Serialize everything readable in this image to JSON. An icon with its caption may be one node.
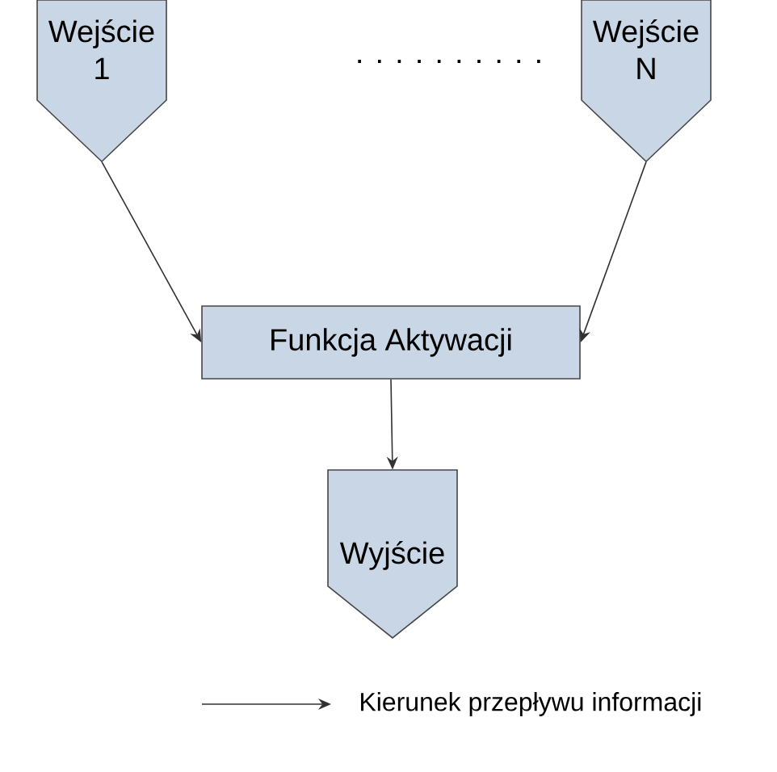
{
  "diagram": {
    "nodes": [
      {
        "text": [
          "Wejście 1"
        ]
      },
      {
        "text": [
          "Wejście N"
        ]
      },
      {
        "text": [
          "Funkcja Aktywacji"
        ]
      },
      {
        "text": [
          "Wyjście"
        ]
      }
    ],
    "edges": [
      {
        "from": 0,
        "to": 2,
        "arrow": "to"
      },
      {
        "from": 1,
        "to": 2,
        "arrow": "to"
      },
      {
        "from": 2,
        "to": 3,
        "arrow": "to"
      }
    ],
    "labels": [
      ". . . . . . . . . ."
    ],
    "legend": [
      {
        "text": "Kierunek przepływu informacji"
      }
    ]
  }
}
